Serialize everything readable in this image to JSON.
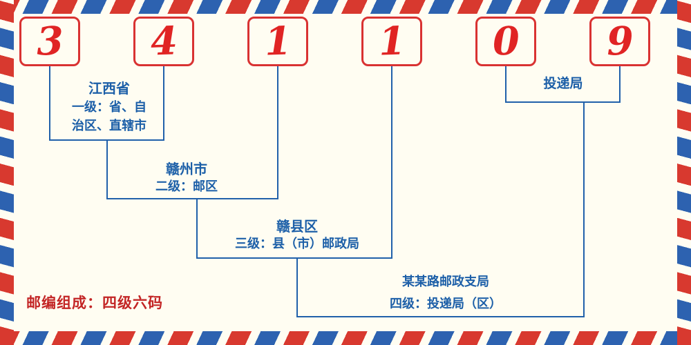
{
  "postal_code": {
    "digits": [
      "3",
      "4",
      "1",
      "1",
      "0",
      "9"
    ]
  },
  "levels": {
    "level1": {
      "region": "江西省",
      "description": "一级：省、自\n治区、直辖市"
    },
    "level2": {
      "region": "赣州市",
      "description": "二级：邮区"
    },
    "level3": {
      "region": "赣县区",
      "description": "三级：县（市）邮政局"
    },
    "level4": {
      "region": "某某路邮政支局",
      "description": "四级：投递局（区）"
    },
    "delivery": {
      "label": "投递局"
    }
  },
  "footer": {
    "note": "邮编组成：四级六码"
  },
  "colors": {
    "digit_red": "#e02424",
    "box_border_red": "#d93232",
    "label_blue": "#1c5fa8",
    "line_blue": "#2060aa",
    "stripe_red": "#d8392f",
    "stripe_blue": "#2d62b0",
    "background": "#fffdf2"
  }
}
